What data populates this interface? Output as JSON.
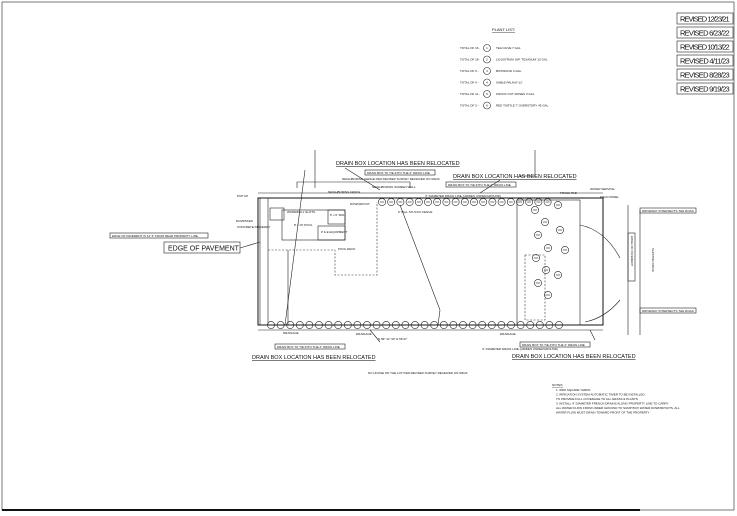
{
  "plant_list": {
    "title": "PLANT LIST:",
    "items": [
      {
        "qty": "TOTAL OF 16 -",
        "symbol": "1",
        "name": "TEA OLIVE 7 GAL"
      },
      {
        "qty": "TOTAL OF 18 -",
        "symbol": "2",
        "name": "LIGUSTRUM JAP 'TEXANUM' 15 GAL"
      },
      {
        "qty": "TOTAL OF 5 -",
        "symbol": "3",
        "name": "BOXWOOD 3 GAL"
      },
      {
        "qty": "TOTAL OF 4 -",
        "symbol": "4",
        "name": "SABLE PALM 8'-12'"
      },
      {
        "qty": "TOTAL OF 11 -",
        "symbol": "5",
        "name": "KNOCK OUT ROSES 3 GAL"
      },
      {
        "qty": "TOTAL OF 3 -",
        "symbol": "6",
        "name": "RED TURTLE 7' OVERSTORY 45 GAL"
      }
    ]
  },
  "revisions": [
    "REVISED 12/23/21",
    "REVISED 6/23/22",
    "REVISED 10/13/22",
    "REVISED 4/11/23",
    "REVISED 8/28/23",
    "REVISED 9/19/23"
  ],
  "plan": {
    "drain_notice": "DRAIN BOX LOCATION HAS BEEN RELOCATED",
    "drain_callout": "DRAIN BOX TO TIE INTO THE 4\" DRAIN LINE",
    "edge_of_pavement": "EDGE OF PAVEMENT",
    "edge_note": "EDGE OF PAVEMENT IS 12' 6\" FROM REAR PROPERTY LINE",
    "neighbor_hedge": "NEIGHBORING HEDGE PER REVISED SURVEY RECEIVED ON 9/6/23",
    "neighbor_screen": "NEIGHBORING SCREEN WALL",
    "neighbor_fence": "NEIGHBORING FENCE",
    "french_drain": "4\" DIAMETER DRAIN LINE (HIDDEN UNDERGROUND)",
    "pop_up": "POP UP",
    "dumpster": "DUMPSTER",
    "concrete": "CONCRETE DRIVEWAY",
    "pool": "8' x 16' POOL",
    "waterfall": "WATERFALL SLOTS",
    "spa": "6' x 6' SPA",
    "equipment": "P & E EQUIPMENT",
    "pool_deck": "POOL DECK",
    "downspout": "DOWNSPOUT",
    "drainage": "DRAINAGE",
    "stucco_fence": "6' TALL STUCCO FENCE",
    "trash_pad": "TRASH PAD",
    "water_service": "WATER SERVICE",
    "field_panel": "FIELD PANEL",
    "driveway_note": "DRIVEWAY INTERSECTS THE ROAD",
    "road": "SLIPPING DRIVE",
    "edge_road": "EDGE OF PAVEMENT",
    "bearing": "N 89° 22' 30\" E 58.37'",
    "no_house": "NO HOUSE ON THE LOT PER REVISED SURVEY RECEIVED ON 9/6/23"
  },
  "notes": {
    "title": "NOTES:",
    "lines": [
      "1. 6000 SQUARE YARDS",
      "2. IRRIGATION SYSTEM AUTOMATIC TIMER TO BE INSTALLED",
      "   TO PROVIDE FULL COVERAGE TO ALL GRASS & PLANTS",
      "3. INSTALL 4\" DIAMETER FRENCH DRAINS ALONG PROPERTY LINE TO CARRY",
      "   ALL WATER FLOW FROM UNDER GROUND TO SUMP BOX WATER DOWNSPOUTS. ALL",
      "   WATER FLOW MUST DRAIN TOWARD FRONT OF THE PROPERTY"
    ]
  }
}
